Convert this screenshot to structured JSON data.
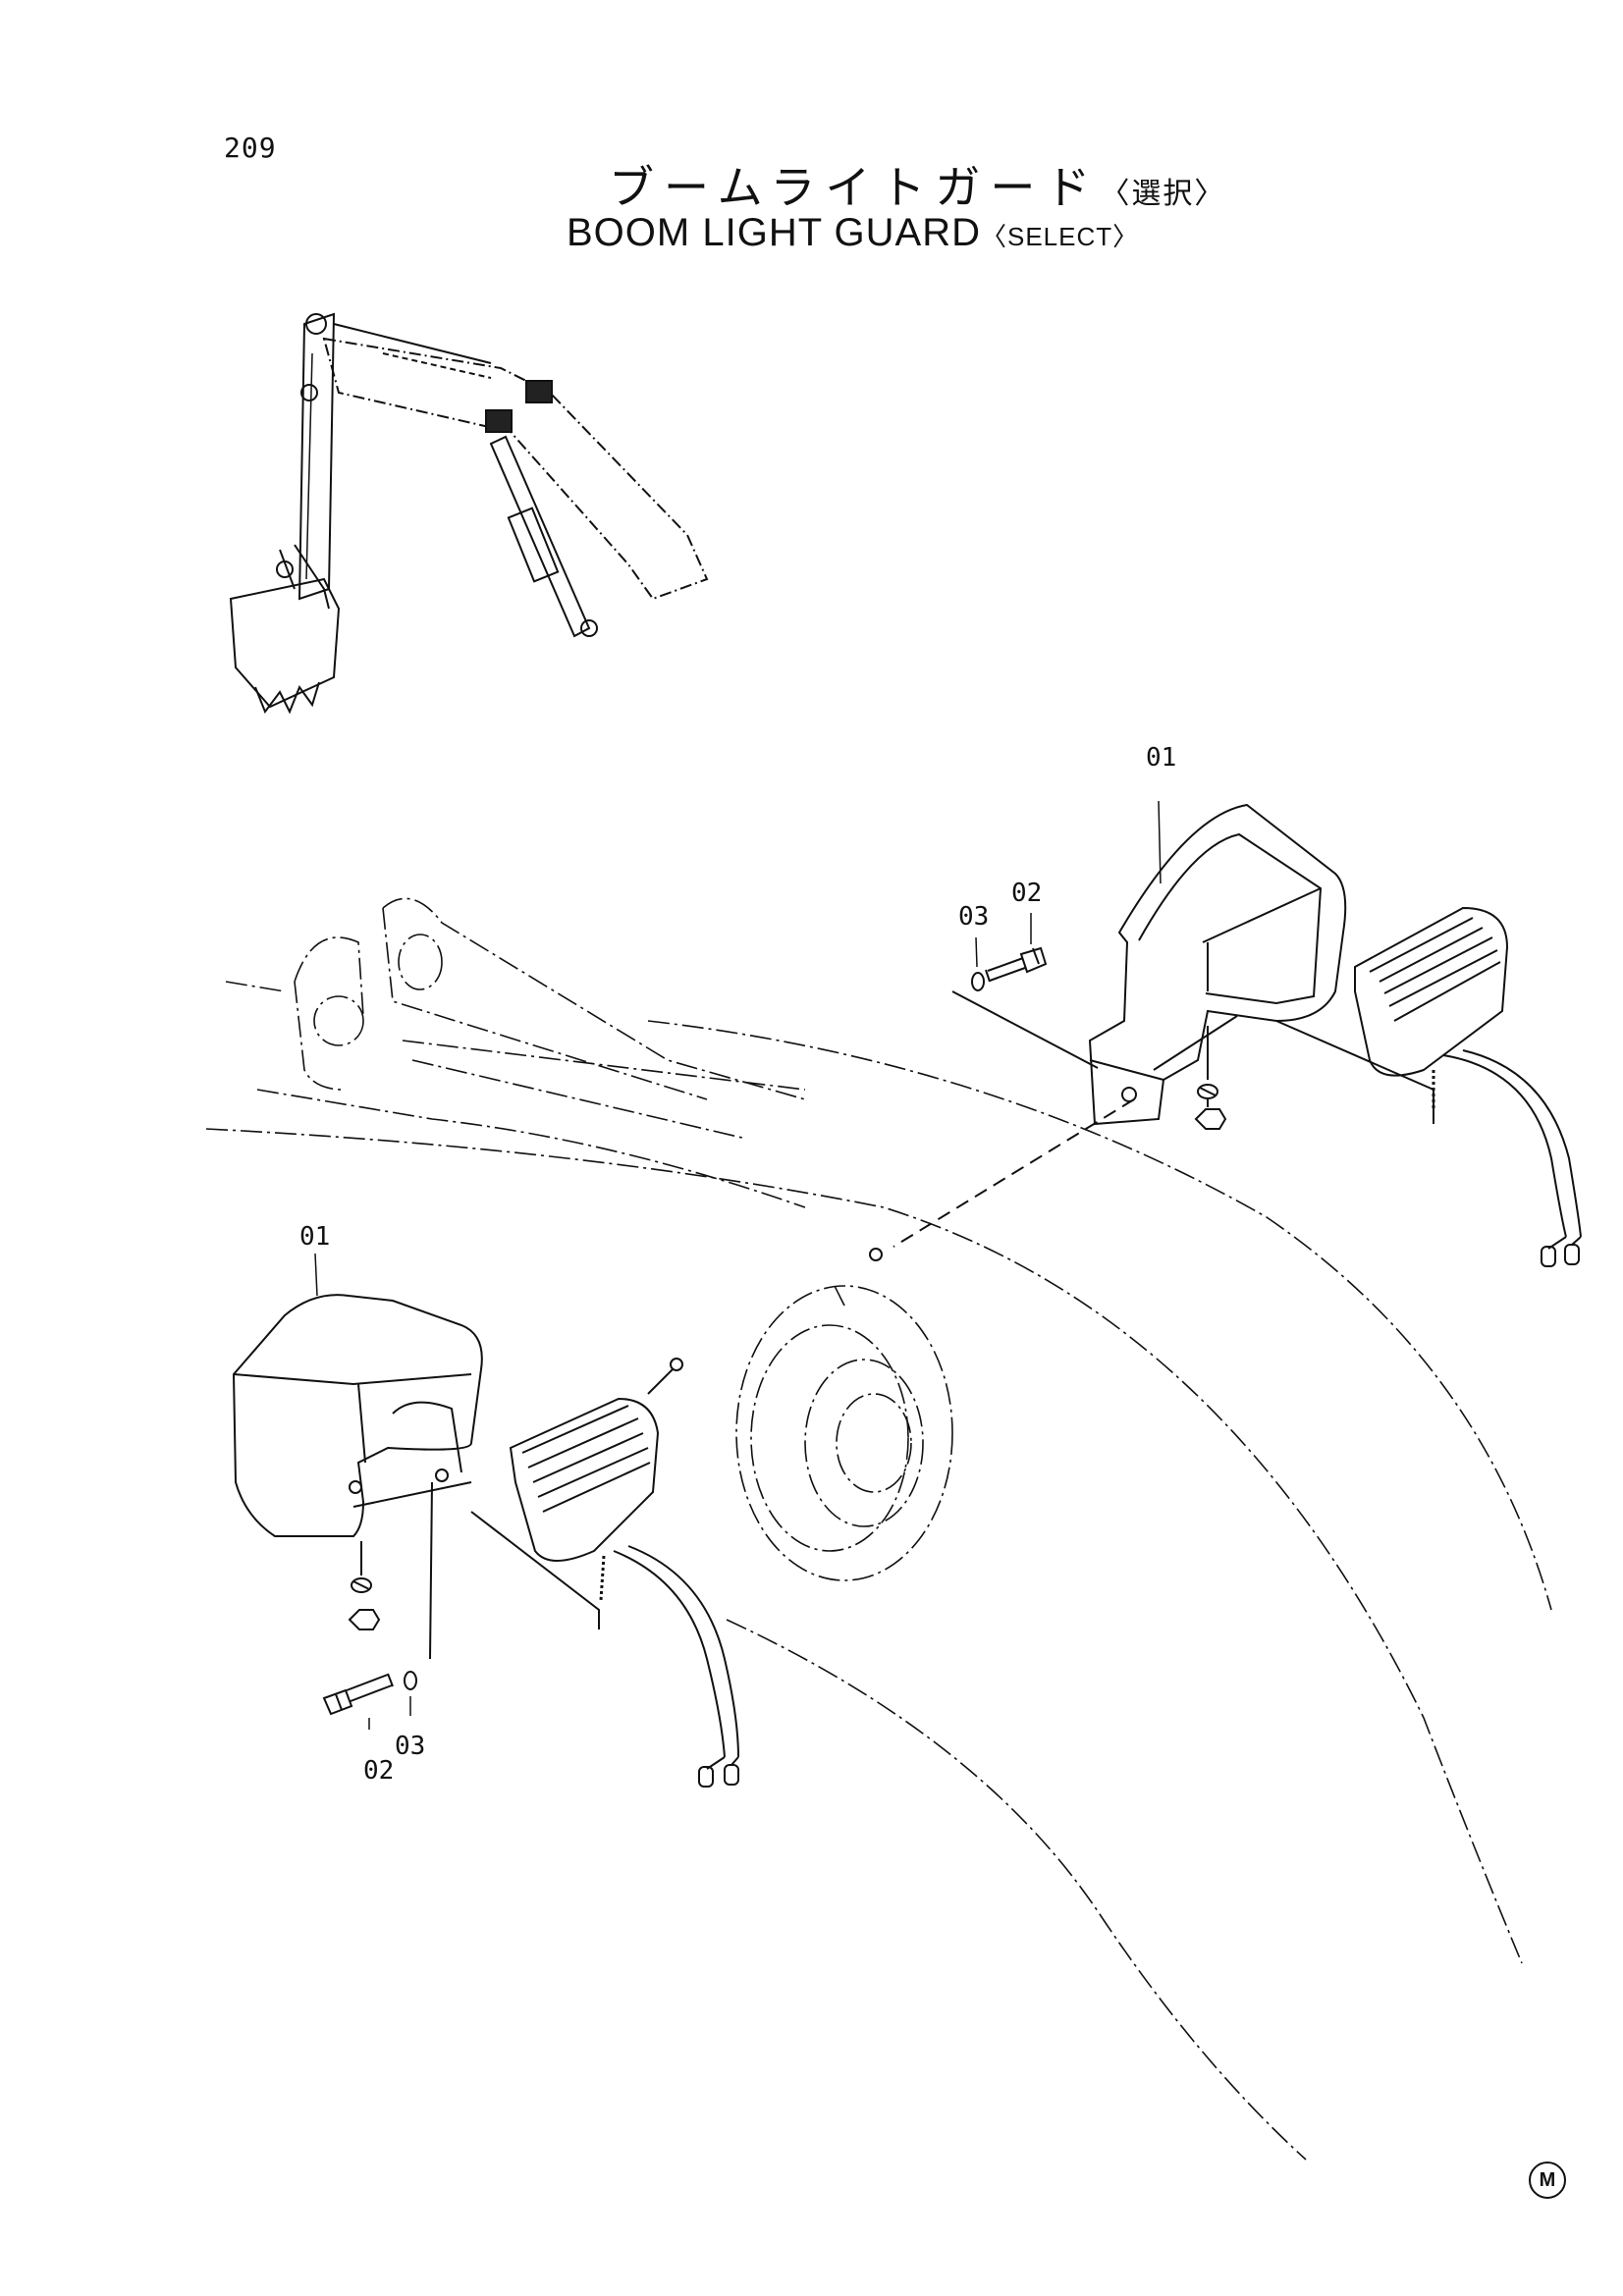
{
  "page": {
    "number": "209",
    "title_jp": "ブームライトガード",
    "title_jp_suffix": "〈選択〉",
    "title_en": "BOOM LIGHT GUARD",
    "title_en_suffix": "〈SELECT〉",
    "corner_mark": "M"
  },
  "callouts": {
    "upper_guard": "01",
    "upper_bolt": "02",
    "upper_washer": "03",
    "lower_guard": "01",
    "lower_bolt": "02",
    "lower_washer": "03"
  },
  "colors": {
    "line": "#111111",
    "background": "#ffffff"
  }
}
